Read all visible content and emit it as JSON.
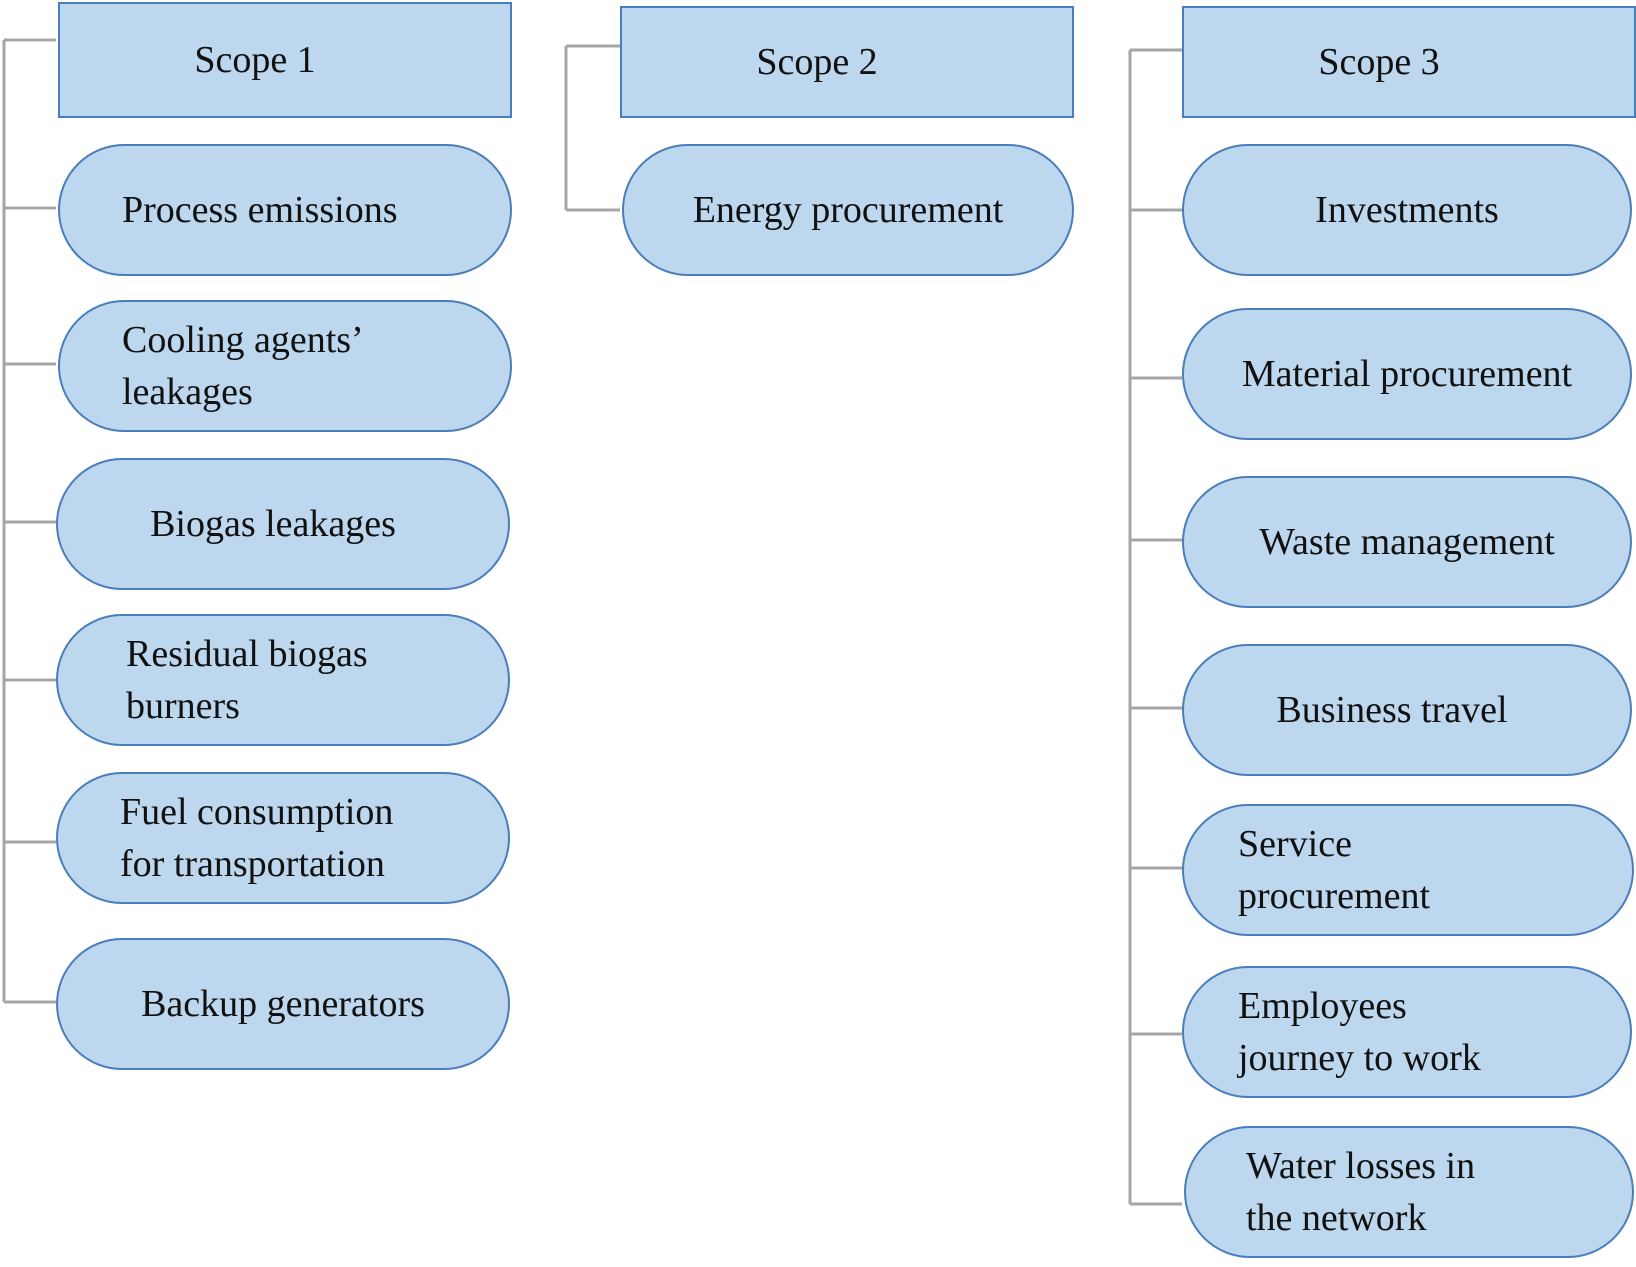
{
  "diagram": {
    "scopes": [
      {
        "title": "Scope 1",
        "items": [
          "Process emissions",
          "Cooling agents’\nleakages",
          "Biogas leakages",
          "Residual biogas\nburners",
          "Fuel consumption\nfor transportation",
          "Backup generators"
        ]
      },
      {
        "title": "Scope 2",
        "items": [
          "Energy procurement"
        ]
      },
      {
        "title": "Scope 3",
        "items": [
          "Investments",
          "Material procurement",
          "Waste management",
          "Business travel",
          "Service\nprocurement",
          "Employees\njourney to work",
          "Water losses in\nthe network"
        ]
      }
    ]
  },
  "colors": {
    "box_fill": "#bdd7ee",
    "box_border": "#4a7ebb",
    "connector": "#a6a6a6"
  }
}
